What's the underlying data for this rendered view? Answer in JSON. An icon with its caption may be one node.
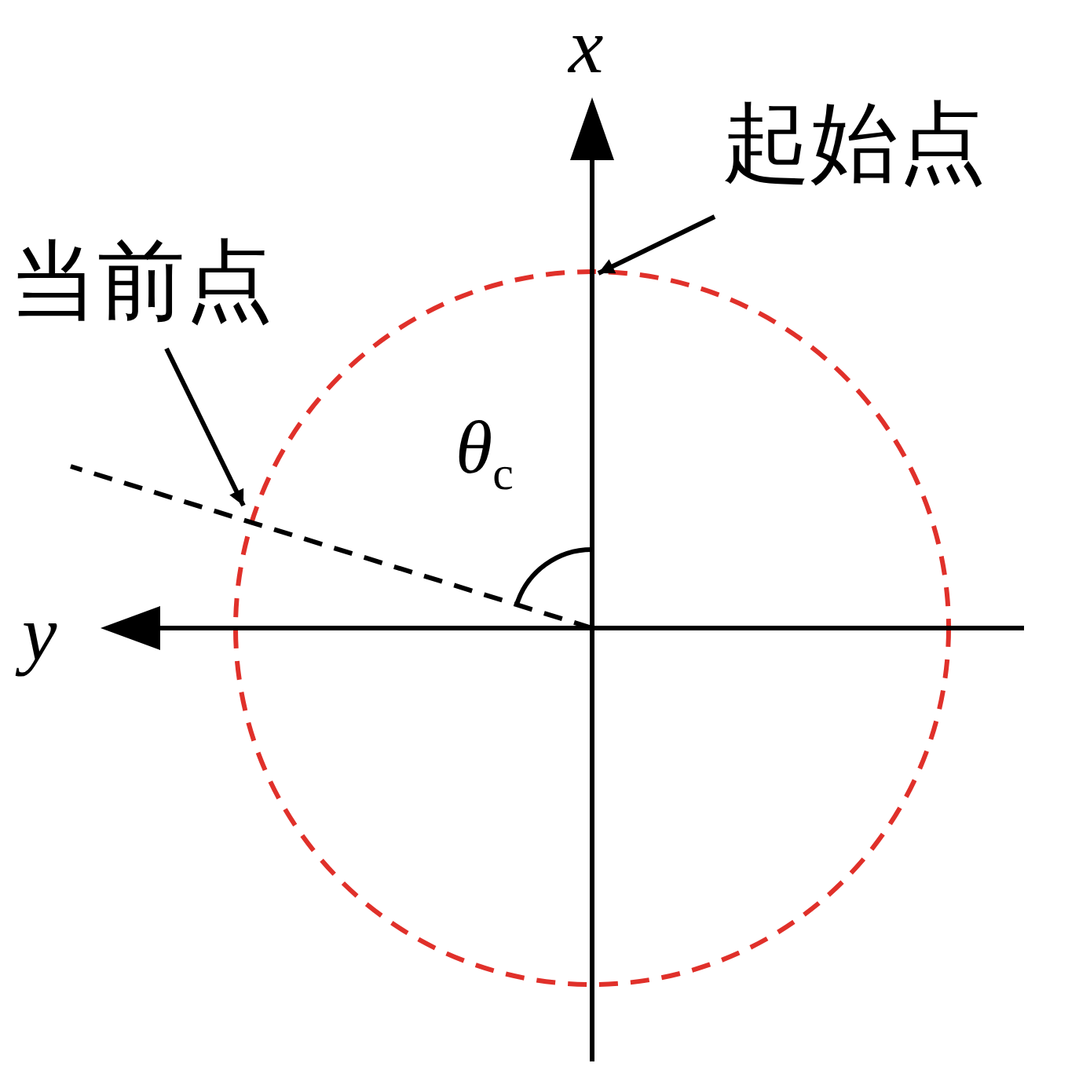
{
  "diagram": {
    "nodes": [
      {
        "text": [
          "起始点"
        ]
      },
      {
        "text": [
          "当前点"
        ]
      }
    ],
    "edges": [
      {
        "from": 0,
        "to": null,
        "arrow": "to"
      },
      {
        "from": 1,
        "to": null,
        "arrow": "to"
      }
    ],
    "labels": [
      "x",
      "y",
      "*θ*$_{c}$"
    ]
  }
}
